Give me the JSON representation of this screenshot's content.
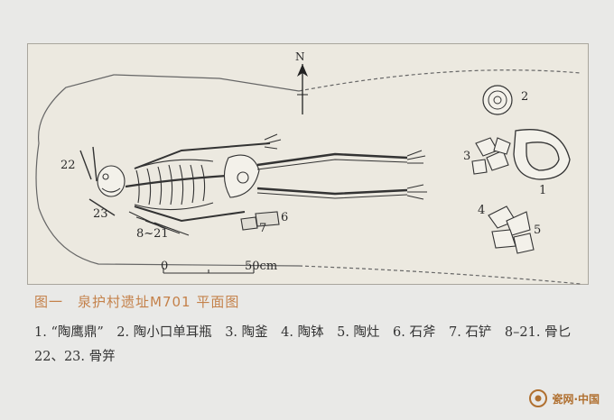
{
  "figure": {
    "north": "N",
    "scale": {
      "zero": "0",
      "end": "50cm"
    },
    "labels": {
      "l1": "1",
      "l2": "2",
      "l3": "3",
      "l4": "4",
      "l5": "5",
      "l6": "6",
      "l7": "7",
      "l8_21": "8~21",
      "l22": "22",
      "l23": "23"
    }
  },
  "caption": {
    "title": "图一　泉护村遗址M701 平面图",
    "legend": "1. “陶鹰鼎”　2. 陶小口单耳瓶　3. 陶釜　4. 陶钵　5. 陶灶　6. 石斧　7. 石铲　8–21. 骨匕　22、23. 骨笄"
  },
  "watermark": {
    "text": "瓷网·中国"
  },
  "colors": {
    "caption_title": "#c4814a",
    "watermark": "#b07030"
  }
}
